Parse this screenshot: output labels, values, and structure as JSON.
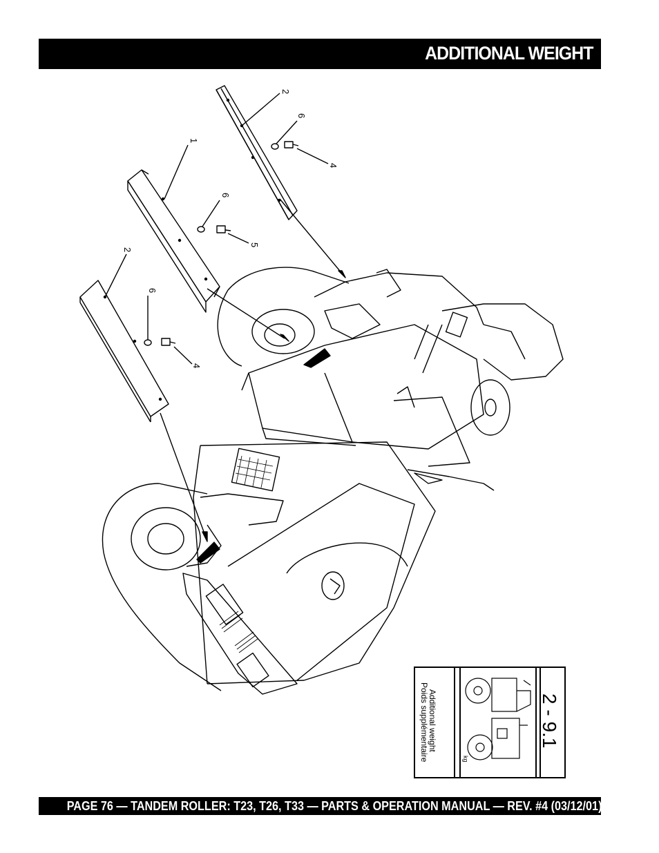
{
  "header": {
    "title": "ADDITIONAL WEIGHT"
  },
  "footer": {
    "text": "PAGE 76 — TANDEM ROLLER: T23, T26, T33 — PARTS & OPERATION MANUAL — REV. #4 (03/12/01)"
  },
  "callouts": {
    "c1": "1",
    "c2a": "2",
    "c2b": "2",
    "c4a": "4",
    "c4b": "4",
    "c5": "5",
    "c6a": "6",
    "c6b": "6",
    "c6c": "6"
  },
  "decal": {
    "number": "2 - 9.1",
    "line1": "Additional weight",
    "line2": "Poids supplémentaire",
    "unit": "kg"
  }
}
